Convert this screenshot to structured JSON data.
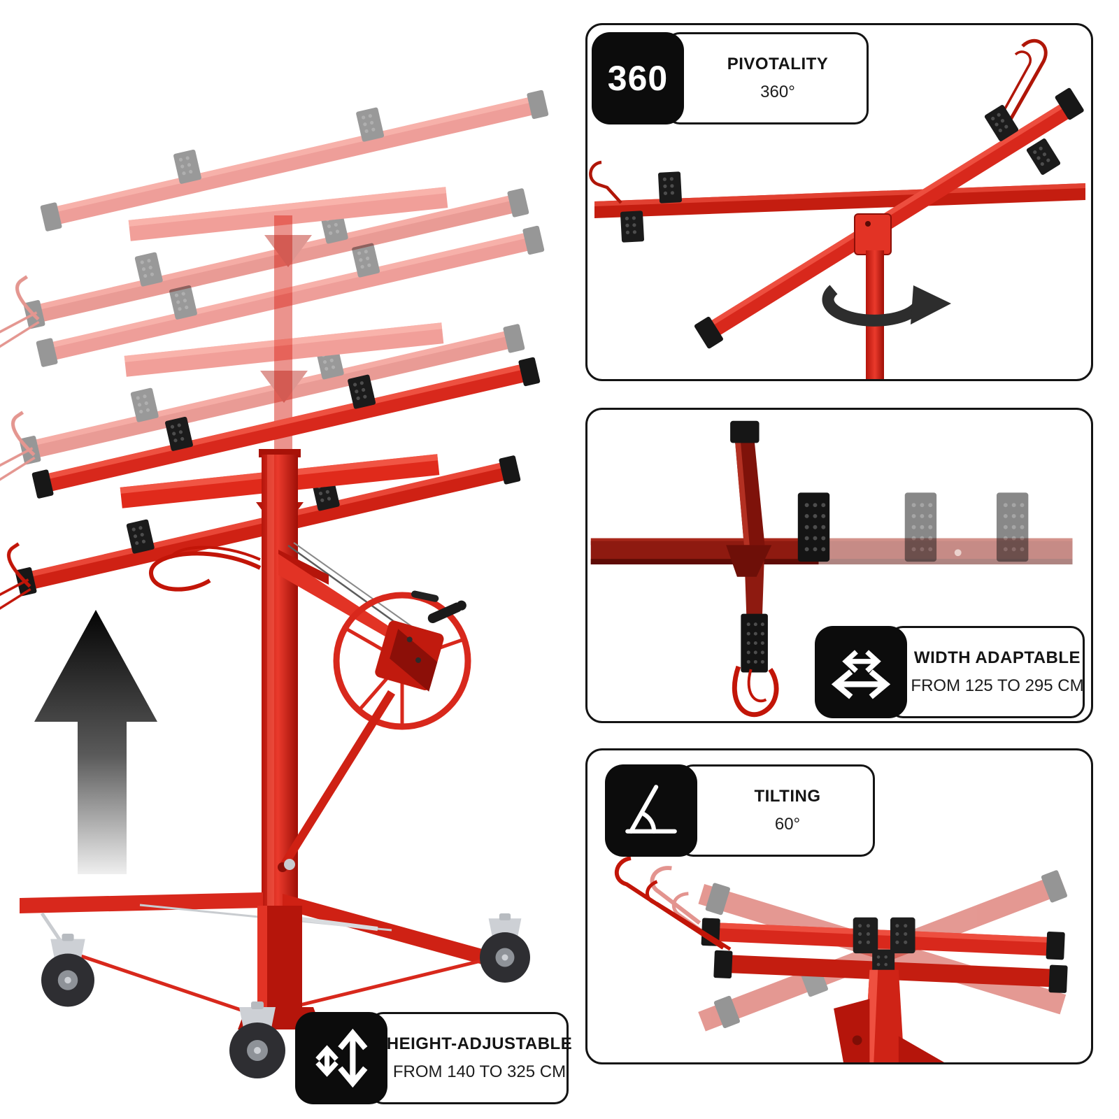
{
  "colors": {
    "accent_red": "#d8281c",
    "dark_red": "#8e1a10",
    "badge_black": "#0c0c0c",
    "panel_border": "#141414",
    "background": "#ffffff"
  },
  "pivot_panel": {
    "icon_text": "360",
    "title": "PIVOTALITY",
    "value": "360°"
  },
  "width_panel": {
    "icon": "width-double-arrows-icon",
    "title": "WIDTH ADAPTABLE",
    "value": "FROM 125 TO 295 CM"
  },
  "tilt_panel": {
    "icon": "tilt-angle-icon",
    "title": "TILTING",
    "value": "60°"
  },
  "height_badge": {
    "icon": "height-double-arrows-icon",
    "title": "HEIGHT-ADJUSTABLE",
    "value": "FROM 140 TO 325 CM"
  }
}
